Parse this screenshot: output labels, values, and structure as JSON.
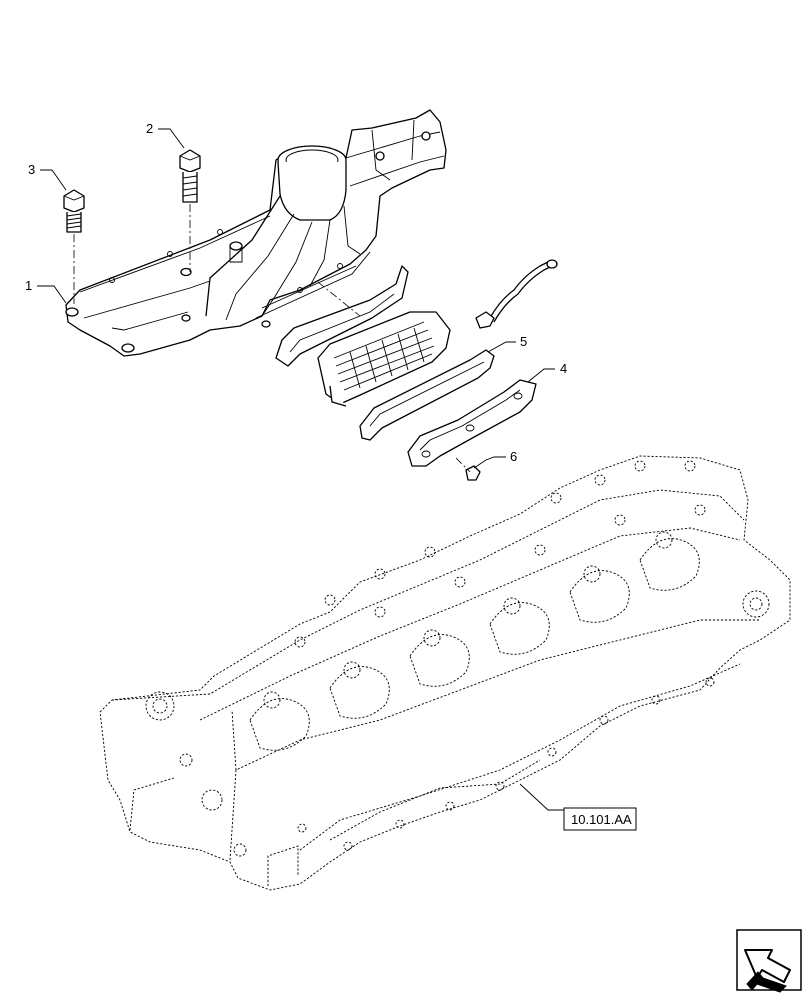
{
  "callouts": [
    {
      "id": "1",
      "label": "1"
    },
    {
      "id": "2",
      "label": "2"
    },
    {
      "id": "3",
      "label": "3"
    },
    {
      "id": "4",
      "label": "4"
    },
    {
      "id": "5",
      "label": "5"
    },
    {
      "id": "6",
      "label": "6"
    }
  ],
  "reference": {
    "label": "10.101.AA"
  },
  "icons": {
    "nav": "previous-page-arrow-icon"
  }
}
